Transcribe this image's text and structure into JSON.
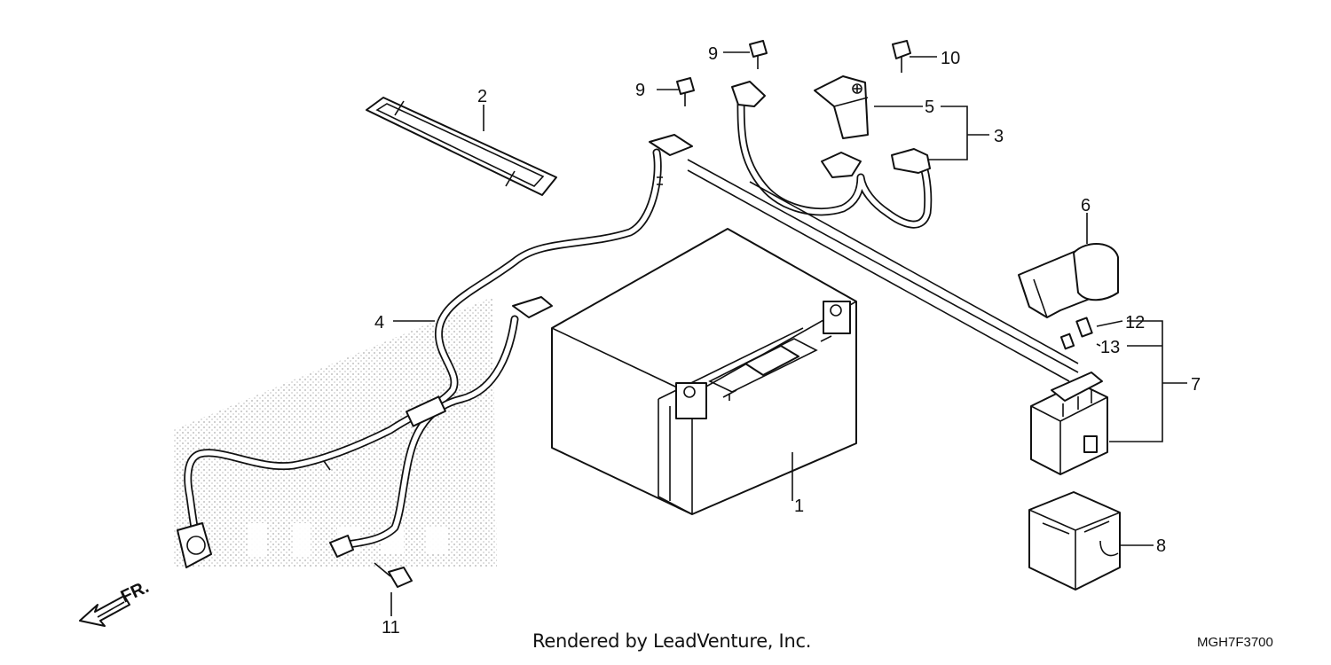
{
  "callouts": {
    "c1": "1",
    "c2": "2",
    "c3": "3",
    "c4": "4",
    "c5": "5",
    "c6": "6",
    "c7": "7",
    "c8": "8",
    "c9a": "9",
    "c9b": "9",
    "c10": "10",
    "c11": "11",
    "c12": "12",
    "c13": "13"
  },
  "front_label": "FR.",
  "footer": {
    "rendered_by": "Rendered by LeadVenture, Inc.",
    "diagram_code": "MGH7F3700"
  }
}
